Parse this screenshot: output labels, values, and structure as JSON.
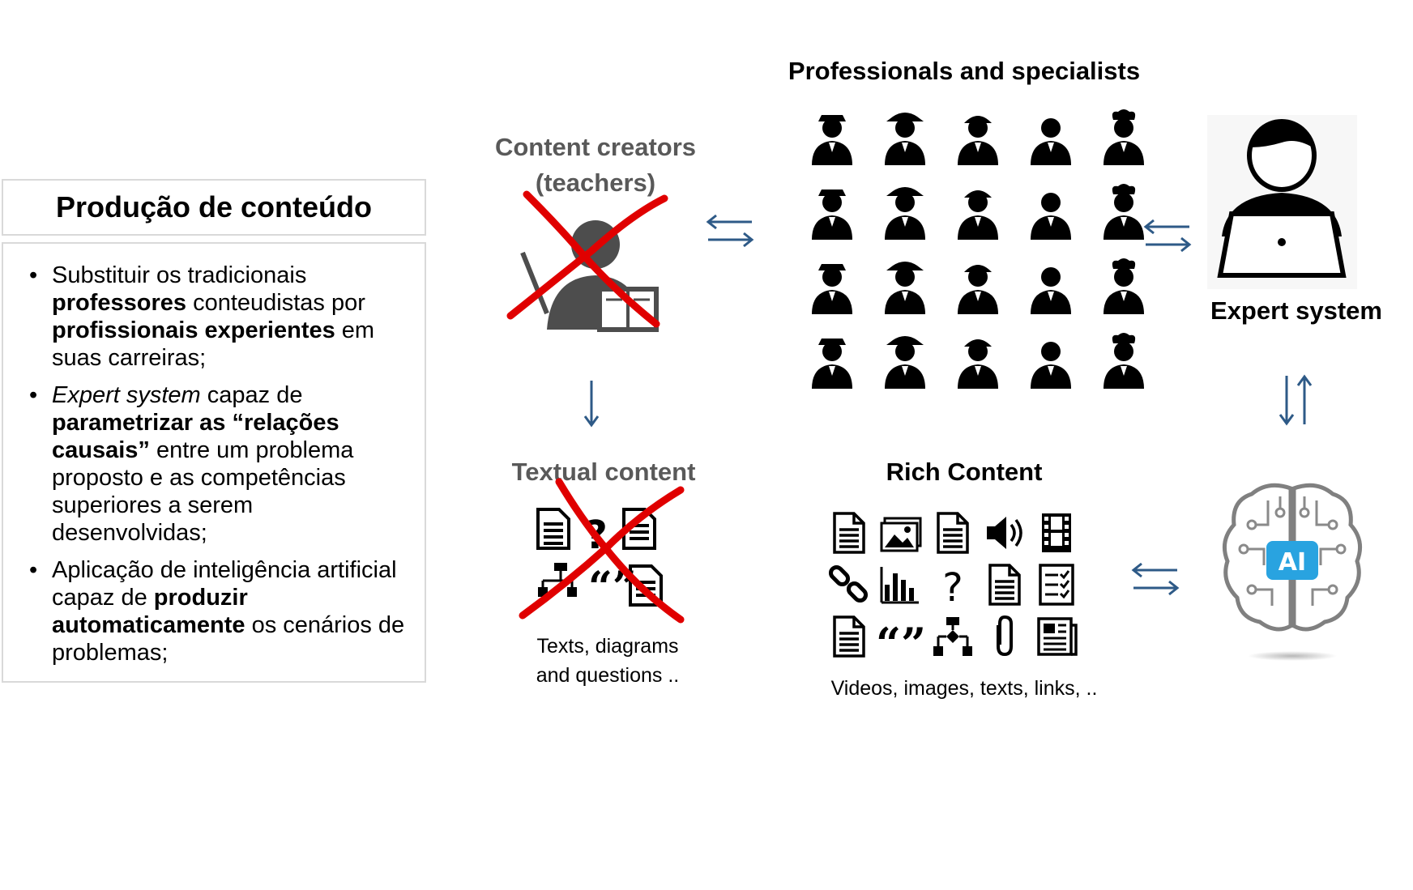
{
  "left_panel": {
    "title": "Produção de conteúdo",
    "bullets": [
      {
        "parts": [
          {
            "t": "Substituir os tradicionais ",
            "s": "n"
          },
          {
            "t": "professores",
            "s": "b"
          },
          {
            "t": " conteudistas por ",
            "s": "n"
          },
          {
            "t": "profissionais experientes",
            "s": "b"
          },
          {
            "t": " em suas carreiras;",
            "s": "n"
          }
        ]
      },
      {
        "parts": [
          {
            "t": "Expert system",
            "s": "i"
          },
          {
            "t": " capaz de ",
            "s": "n"
          },
          {
            "t": "parametrizar as “relações causais”",
            "s": "b"
          },
          {
            "t": " entre um problema proposto e as competências superiores a serem desenvolvidas;",
            "s": "n"
          }
        ]
      },
      {
        "parts": [
          {
            "t": "Aplicação de inteligência artificial capaz de ",
            "s": "n"
          },
          {
            "t": "produzir automaticamente",
            "s": "b"
          },
          {
            "t": " os cenários de problemas;",
            "s": "n"
          }
        ]
      }
    ]
  },
  "diagram": {
    "content_creators_label": "Content creators (teachers)",
    "textual_content_label": "Textual content",
    "textual_caption": "Texts, diagrams and questions ..",
    "professionals_label": "Professionals and specialists",
    "expert_system_label": "Expert system",
    "rich_content_label": "Rich Content",
    "rich_caption": "Videos, images, texts, links, ..",
    "ai_badge": "AI"
  },
  "icons": {
    "professionals": [
      "police-officer-icon",
      "farmer-icon",
      "soldier-icon",
      "waiter-icon",
      "chef-icon",
      "call-center-icon",
      "musician-icon",
      "captain-icon",
      "doctor-icon",
      "nurse-icon",
      "dj-icon",
      "painter-icon",
      "pilot-icon",
      "programmer-icon",
      "firefighter-icon",
      "scientist-icon",
      "electrician-icon",
      "construction-worker-icon",
      "businessman-icon",
      "judge-icon"
    ],
    "rich_content": [
      "document-icon",
      "image-gallery-icon",
      "document-icon",
      "speaker-icon",
      "film-icon",
      "link-icon",
      "bar-chart-icon",
      "question-mark-icon",
      "document-icon",
      "checklist-icon",
      "document-icon",
      "quote-icon",
      "flowchart-icon",
      "paperclip-icon",
      "newspaper-icon"
    ]
  },
  "colors": {
    "arrow": "#2e5a87",
    "cross": "#e00000",
    "gray_label": "#595959",
    "ai_blue": "#29a3e0",
    "border": "#d9d9d9"
  }
}
